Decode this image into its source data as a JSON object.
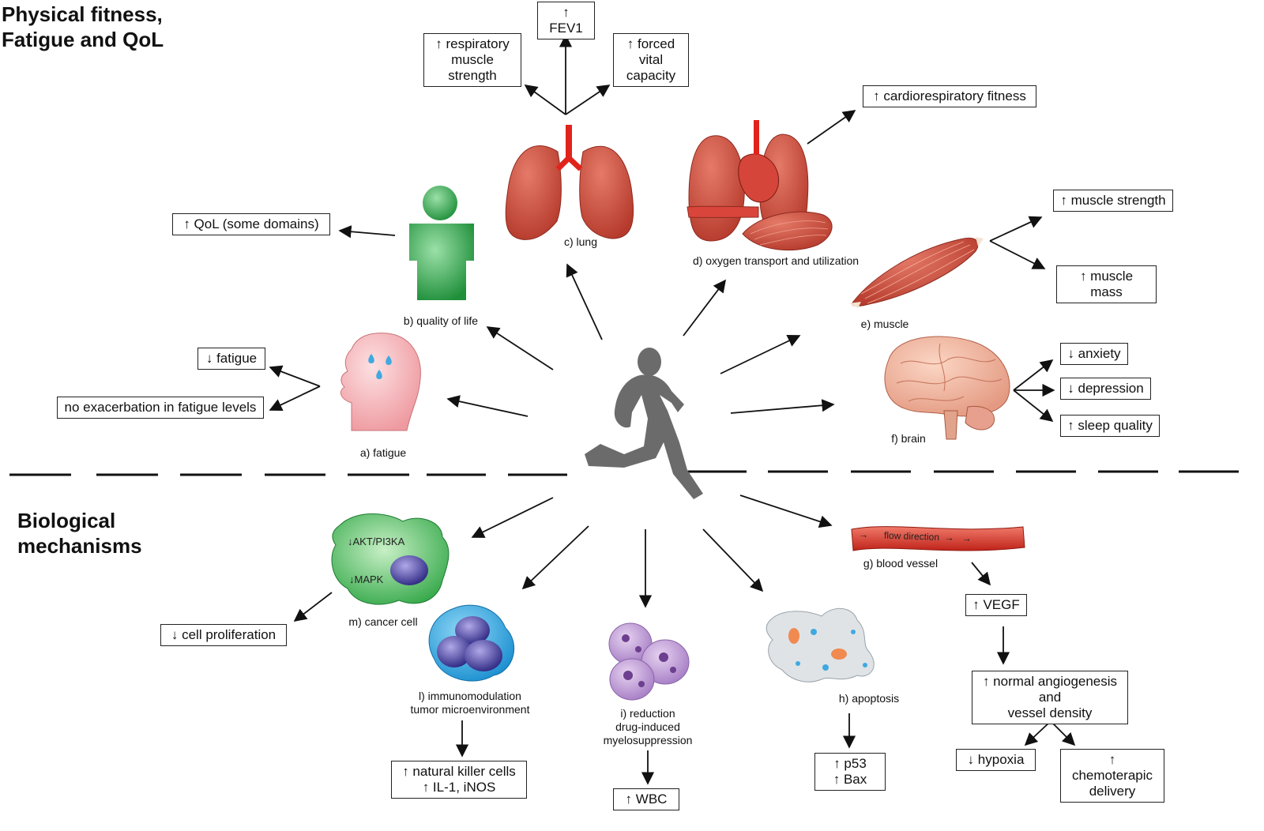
{
  "sections": {
    "top": "Physical fitness,\nFatigue and QoL",
    "bottom": "Biological\nmechanisms"
  },
  "organs": {
    "fatigue": "a) fatigue",
    "qol": "b) quality of life",
    "lung": "c) lung",
    "oxygen": "d) oxygen transport and utilization",
    "muscle": "e) muscle",
    "brain": "f) brain",
    "vessel": "g) blood vessel",
    "apoptosis": "h) apoptosis",
    "wbc": "i) reduction\ndrug-induced\nmyelosuppression",
    "immuno": "l) immunomodulation\ntumor microenvironment",
    "cancer": "m) cancer cell"
  },
  "outcomes": {
    "fev1": "↑ FEV1",
    "resp_strength": "↑ respiratory\nmuscle\nstrength",
    "fvc": "↑ forced\nvital\ncapacity",
    "cardio": "↑ cardiorespiratory fitness",
    "qol": "↑ QoL (some domains)",
    "muscle_strength": "↑ muscle strength",
    "muscle_mass": "↑ muscle mass",
    "fatigue_down": "↓ fatigue",
    "no_exacerbation": "no exacerbation in fatigue levels",
    "anxiety": "↓ anxiety",
    "depression": "↓ depression",
    "sleep": "↑ sleep quality",
    "cell_prolif": "↓ cell proliferation",
    "nk": "↑ natural killer cells\n↑ IL-1, iNOS",
    "wbc": "↑ WBC",
    "p53": "↑ p53\n↑ Bax",
    "vegf": "↑ VEGF",
    "angio": "↑ normal angiogenesis\nand\nvessel density",
    "hypoxia": "↓ hypoxia",
    "chemo": "↑ chemoterapic\ndelivery"
  },
  "cell_labels": {
    "akt": "↓AKT/PI3KA",
    "mapk": "↓MAPK",
    "flow": "flow direction"
  },
  "colors": {
    "organ_red": "#c9483a",
    "person_green": "#2e9e48",
    "head_pink": "#f5b6b8",
    "cancer_green": "#3fb24f",
    "immune_blue": "#2aa6e0",
    "wbc_purple": "#b58ccf",
    "runner_gray": "#6b6b6b"
  }
}
